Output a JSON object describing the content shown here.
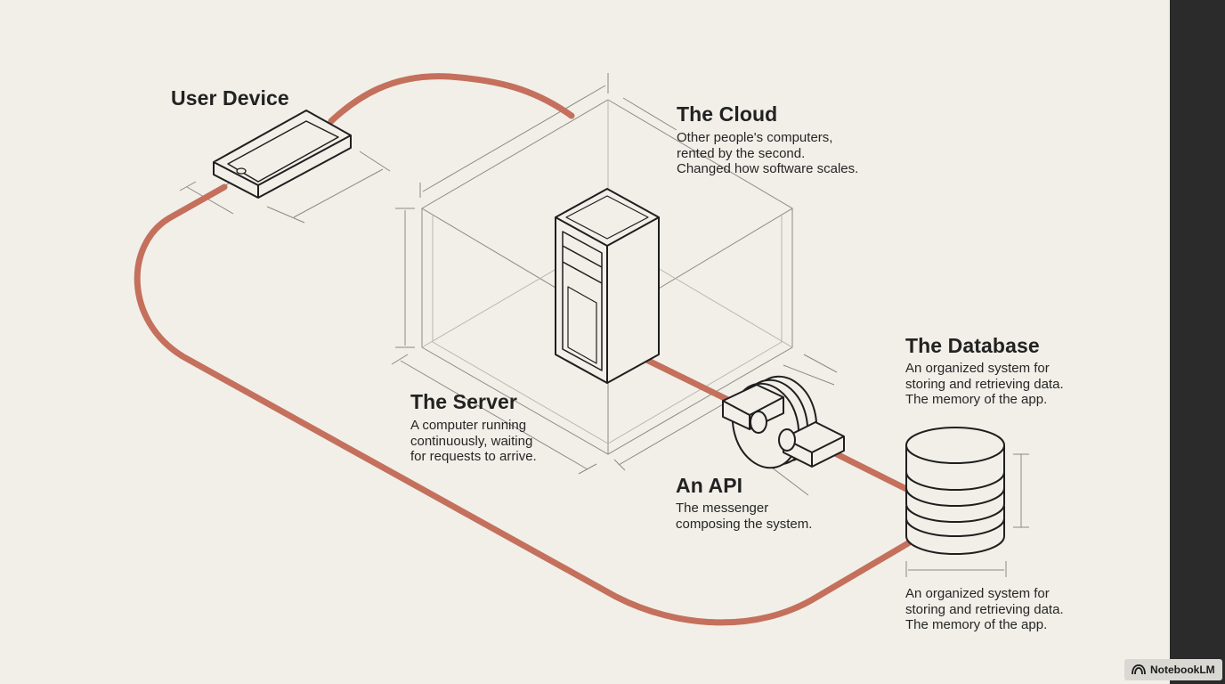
{
  "user_device": {
    "title": "User Device"
  },
  "cloud": {
    "title": "The Cloud",
    "lines": [
      "Other people's computers,",
      "rented by the second.",
      "Changed how software scales."
    ]
  },
  "server": {
    "title": "The Server",
    "lines": [
      "A computer running",
      "continuously, waiting",
      "for requests to arrive."
    ]
  },
  "api": {
    "title": "An API",
    "lines": [
      "The messenger",
      "composing the system."
    ]
  },
  "database": {
    "title": "The Database",
    "lines": [
      "An organized system for",
      "storing and retrieving data.",
      "The memory of the app."
    ],
    "lines_bottom": [
      "An organized system for",
      "storing and retrieving data.",
      "The memory of the app."
    ]
  },
  "badge": {
    "label": "NotebookLM",
    "icon": "notebooklm-icon"
  },
  "colors": {
    "background": "#f1efe8",
    "cable": "#c4705c",
    "line": "#1f1f1f",
    "guide": "#8a8a86",
    "side_bar": "#2b2b2b"
  }
}
